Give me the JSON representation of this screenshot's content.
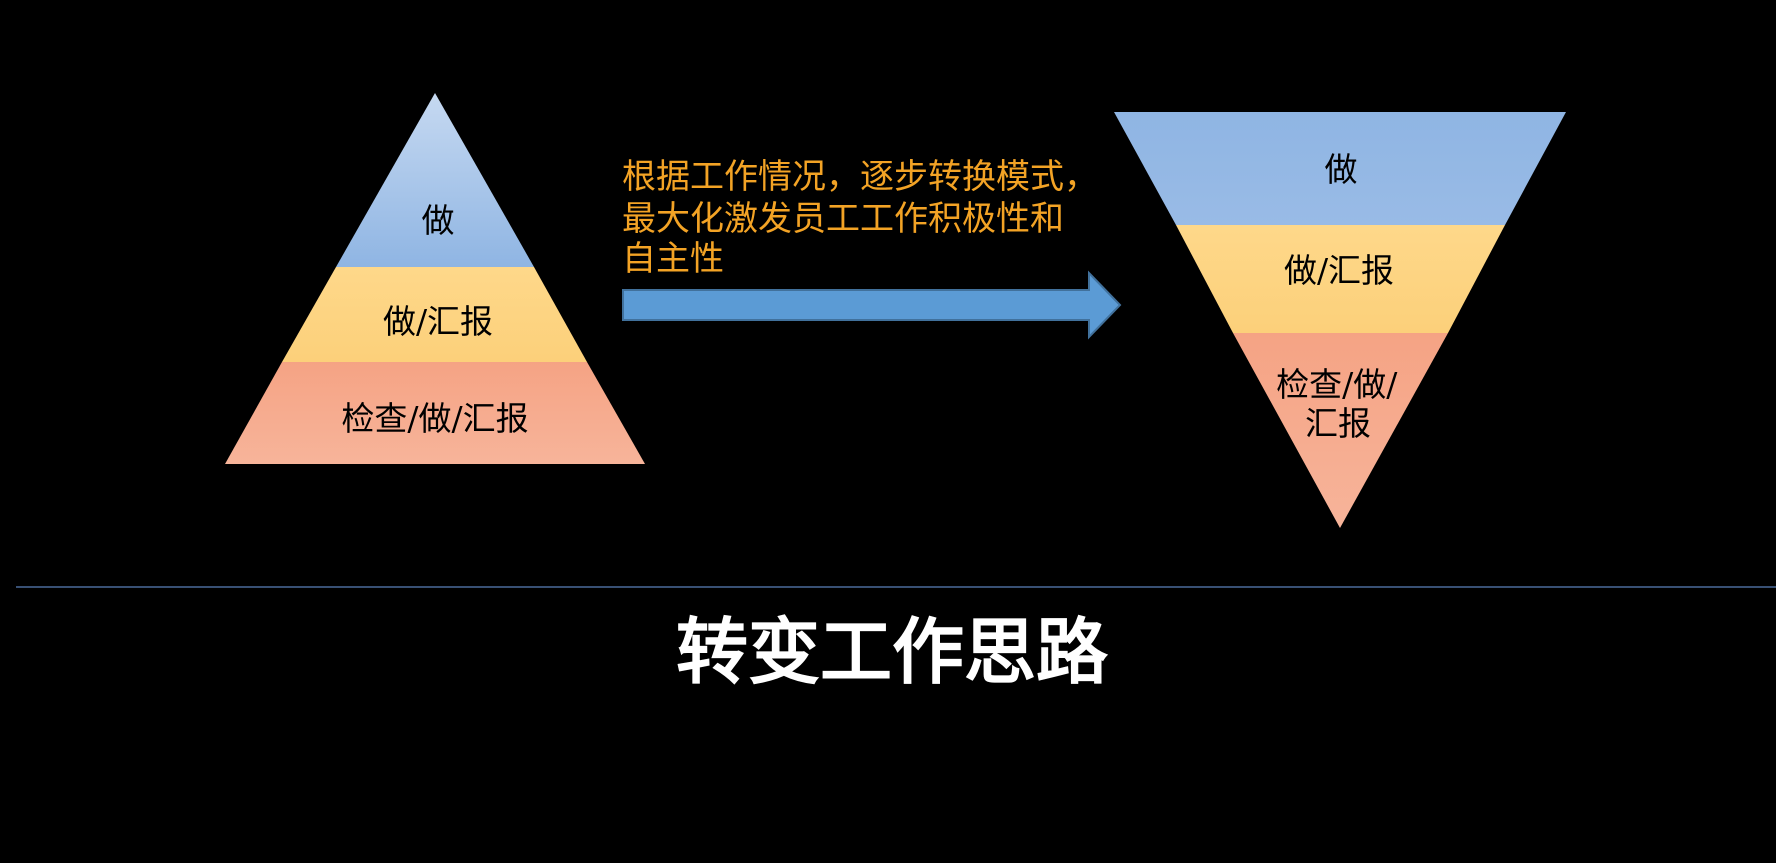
{
  "slide": {
    "title": "转变工作思路",
    "arrow_caption": [
      "根据工作情况，逐步转换模式，",
      "最大化激发员工工作积极性和",
      "自主性"
    ]
  },
  "pyramid_left": {
    "layers": [
      {
        "label": "做"
      },
      {
        "label": "做/汇报"
      },
      {
        "label": "检查/做/汇报"
      }
    ]
  },
  "pyramid_right": {
    "layers": [
      {
        "label": "做"
      },
      {
        "label": "做/汇报"
      },
      {
        "label_lines": [
          "检查/做/",
          "汇报"
        ]
      }
    ]
  },
  "colors": {
    "background": "#000000",
    "layer_blue": "#8fb5e3",
    "layer_yellow": "#fdd37c",
    "layer_salmon": "#f6a987",
    "arrow": "#5b9bd5",
    "caption": "#f3a325",
    "title": "#ffffff",
    "divider": "#4a6a9a"
  }
}
